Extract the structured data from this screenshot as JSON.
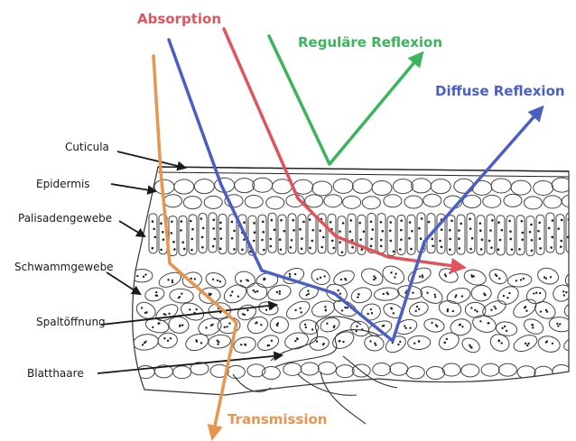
{
  "labels": {
    "absorption": "Absorption",
    "regular_reflection": "Reguläre Reflexion",
    "diffuse_reflection": "Diffuse Reflexion",
    "transmission": "Transmission",
    "cuticula": "Cuticula",
    "epidermis": "Epidermis",
    "palisade": "Palisadengewebe",
    "spongy": "Schwammgewebe",
    "stoma": "Spaltöffnung",
    "hairs": "Blatthaare"
  },
  "colors": {
    "absorption": "#e0555b",
    "regular_reflection": "#3bb55c",
    "diffuse_reflection": "#4a5fc4",
    "transmission": "#e8964f",
    "ink": "#1a1a1a"
  }
}
